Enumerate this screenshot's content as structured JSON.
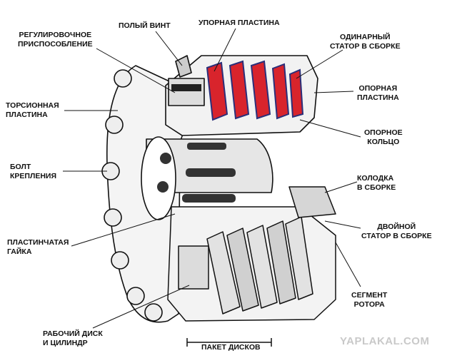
{
  "labels": {
    "adjuster": [
      "РЕГУЛИРОВОЧНОЕ",
      "ПРИСПОСОБЛЕНИЕ"
    ],
    "hollow_screw": [
      "ПОЛЫЙ ВИНТ"
    ],
    "thrust_plate": [
      "УПОРНАЯ ПЛАСТИНА"
    ],
    "single_stator": [
      "ОДИНАРНЫЙ",
      "СТАТОР В СБОРКЕ"
    ],
    "backing_plate": [
      "ОПОРНАЯ",
      "ПЛАСТИНА"
    ],
    "backing_ring": [
      "ОПОРНОЕ",
      "КОЛЬЦО"
    ],
    "torque_plate": [
      "ТОРСИОННАЯ",
      "ПЛАСТИНА"
    ],
    "mounting_bolt": [
      "БОЛТ",
      "КРЕПЛЕНИЯ"
    ],
    "pad_assembly": [
      "КОЛОДКА",
      "В СБОРКЕ"
    ],
    "double_stator": [
      "ДВОЙНОЙ",
      "СТАТОР В СБОРКЕ"
    ],
    "lamellar_nut": [
      "ПЛАСТИНЧАТАЯ",
      "ГАЙКА"
    ],
    "rotor_segment": [
      "СЕГМЕНТ",
      "РОТОРА"
    ],
    "piston": [
      "РАБОЧИЙ ДИСК",
      "И ЦИЛИНДР"
    ],
    "disc_pack": [
      "ПАКЕТ ДИСКОВ"
    ]
  },
  "watermark": "YAPLAKAL.COM",
  "colors": {
    "ink": "#111111",
    "friction_red": "#d8242c",
    "stator_blue": "#2a2f7a",
    "watermark_gray": "#c9c9c9"
  }
}
